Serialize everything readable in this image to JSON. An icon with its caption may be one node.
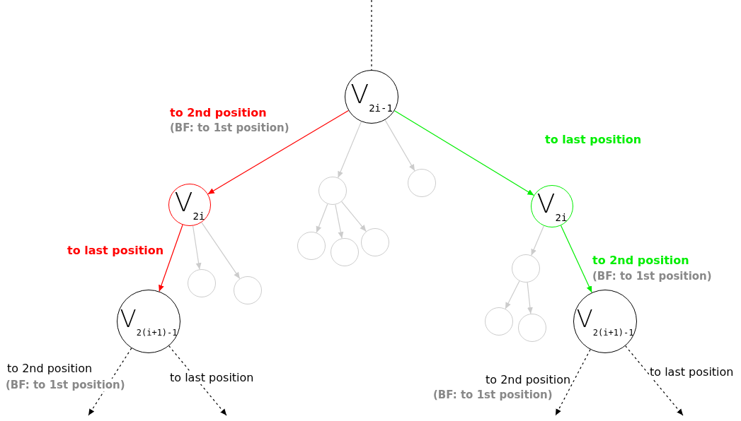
{
  "diagram": {
    "nodes": [
      {
        "text": [
          "V$_{2i-1}$"
        ]
      },
      {
        "text": [
          "V$_{2i}$"
        ]
      },
      {
        "text": [],
        "shape": "circle"
      },
      {
        "text": [],
        "shape": "circle"
      },
      {
        "text": [
          "V$_{2i}$"
        ]
      },
      {
        "text": [],
        "shape": "circle"
      },
      {
        "text": [],
        "shape": "circle"
      },
      {
        "text": [],
        "shape": "circle"
      },
      {
        "text": [],
        "shape": "circle"
      },
      {
        "text": [],
        "shape": "circle"
      },
      {
        "text": [
          "V$_{2(i+1)-1}$"
        ]
      },
      {
        "text": [],
        "shape": "circle"
      },
      {
        "text": [],
        "shape": "circle"
      },
      {
        "text": [],
        "shape": "circle"
      },
      {
        "text": [
          "V$_{2(i+1)-1}$"
        ]
      }
    ],
    "edges": [
      {
        "from": null,
        "to": 0,
        "arrow": "none",
        "style": "dashed",
        "color": "#000000"
      },
      {
        "from": 0,
        "to": 1,
        "arrow": "to",
        "color": "#ff0000",
        "label": "to 2nd position"
      },
      {
        "from": 0,
        "to": 2,
        "arrow": "to"
      },
      {
        "from": 0,
        "to": 3,
        "arrow": "to"
      },
      {
        "from": 0,
        "to": 4,
        "arrow": "to",
        "color": "#00ee00",
        "label": "to last position"
      },
      {
        "from": 1,
        "to": 8,
        "arrow": "to"
      },
      {
        "from": 1,
        "to": 9,
        "arrow": "to"
      },
      {
        "from": 1,
        "to": 10,
        "arrow": "to",
        "color": "#ff0000",
        "label": "to last position"
      },
      {
        "from": 2,
        "to": 5,
        "arrow": "to"
      },
      {
        "from": 2,
        "to": 6,
        "arrow": "to"
      },
      {
        "from": 2,
        "to": 7,
        "arrow": "to"
      },
      {
        "from": 4,
        "to": 11,
        "arrow": "to"
      },
      {
        "from": 4,
        "to": 14,
        "arrow": "to",
        "color": "#00ee00",
        "label": "to 2nd position"
      },
      {
        "from": 11,
        "to": 12,
        "arrow": "to"
      },
      {
        "from": 11,
        "to": 13,
        "arrow": "to"
      },
      {
        "from": 10,
        "to": null,
        "arrow": "to",
        "style": "dashed",
        "color": "#000000",
        "label": "to 2nd position"
      },
      {
        "from": 10,
        "to": null,
        "arrow": "to",
        "style": "dashed",
        "color": "#000000",
        "label": "to last position"
      },
      {
        "from": 14,
        "to": null,
        "arrow": "to",
        "style": "dashed",
        "color": "#000000",
        "label": "to 2nd position"
      },
      {
        "from": 14,
        "to": null,
        "arrow": "to",
        "style": "dashed",
        "color": "#000000",
        "label": "to last position"
      }
    ],
    "labels": [
      "(BF: to 1st position)",
      "(BF: to 1st position)",
      "(BF: to 1st position)",
      "(BF: to 1st position)"
    ]
  }
}
